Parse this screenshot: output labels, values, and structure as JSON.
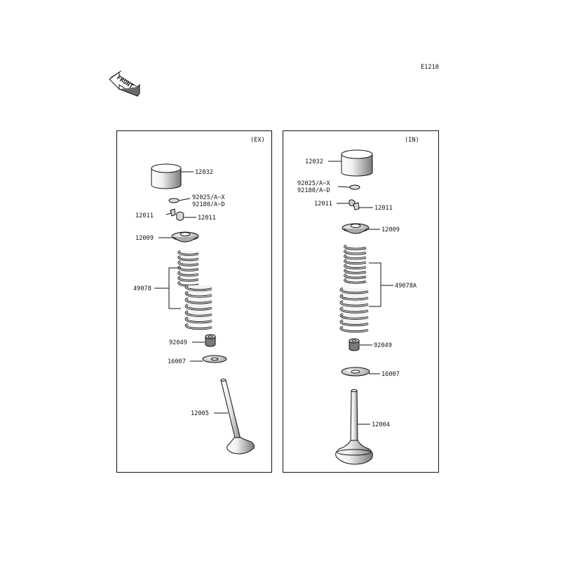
{
  "diagram_code": "E1210",
  "front_label": "FRONT",
  "panels": [
    {
      "id": "ex",
      "title": "(EX)",
      "labels": {
        "p12032": "12032",
        "p92025": "92025/A~X",
        "p92180": "92180/A~D",
        "p12011a": "12011",
        "p12011b": "12011",
        "p12009": "12009",
        "p49078": "49078",
        "p92049": "92049",
        "p16007": "16007",
        "p12005": "12005"
      }
    },
    {
      "id": "in",
      "title": "(IN)",
      "labels": {
        "p12032": "12032",
        "p92025": "92025/A~X",
        "p92180": "92180/A~D",
        "p12011a": "12011",
        "p12011b": "12011",
        "p12009": "12009",
        "p49078A": "49078A",
        "p92049": "92049",
        "p16007": "16007",
        "p12004": "12004"
      }
    }
  ],
  "colors": {
    "line": "#111111",
    "part_light": "#eeeeee",
    "part_mid": "#bdbdbd",
    "part_dark": "#555555"
  }
}
